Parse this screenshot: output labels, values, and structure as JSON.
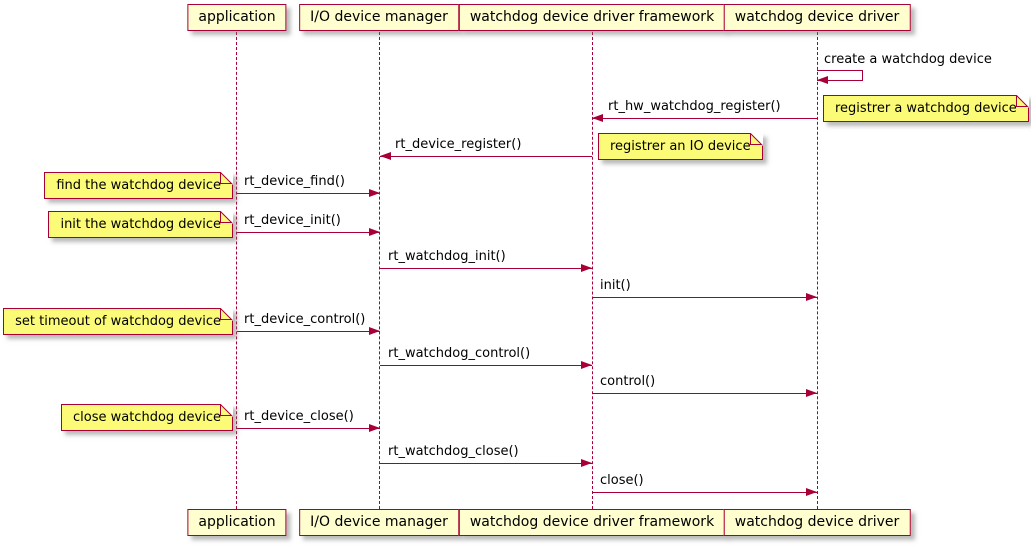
{
  "colors": {
    "bg": "#ffffff",
    "participant_fill": "#fefece",
    "note_fill": "#fbfb77",
    "line": "#a80036",
    "text": "#000000"
  },
  "participants": [
    "application",
    "I/O device manager",
    "watchdog device driver framework",
    "watchdog device driver"
  ],
  "messages": [
    "create a watchdog device",
    "rt_hw_watchdog_register()",
    "rt_device_register()",
    "rt_device_find()",
    "rt_device_init()",
    "rt_watchdog_init()",
    "init()",
    "rt_device_control()",
    "rt_watchdog_control()",
    "control()",
    "rt_device_close()",
    "rt_watchdog_close()",
    "close()"
  ],
  "notes": [
    "registrer a watchdog device",
    "registrer an IO device",
    "find the watchdog device",
    "init the watchdog device",
    "set timeout of watchdog device",
    "close watchdog device"
  ]
}
